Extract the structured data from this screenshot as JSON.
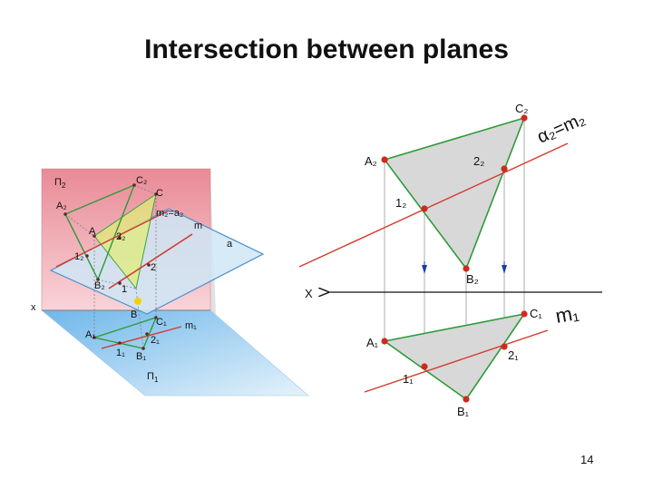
{
  "slide": {
    "title": "Intersection between planes",
    "page_number": "14"
  },
  "left_3d": {
    "plane_v": "Π",
    "plane_v_sub": "2",
    "plane_h": "Π",
    "plane_h_sub": "1",
    "axis_x": "x",
    "m2_eq_a2": "m₂=a₂",
    "m": "m",
    "a": "a",
    "m1": "m₁",
    "A2": "A₂",
    "C2": "C₂",
    "C": "C",
    "A": "A",
    "point_2_2": "2₂",
    "point_1_2": "1₂",
    "point_2": "2",
    "point_1": "1",
    "B2": "B₂",
    "B": "B",
    "A1": "A₁",
    "C1": "C₁",
    "point_2_1": "2₁",
    "point_1_1": "1₁",
    "B1": "B₁"
  },
  "right_epure": {
    "C2": "C₂",
    "alpha2_eq_m2": "α₂=m₂",
    "A2": "A₂",
    "point_2_2": "2₂",
    "point_1_2": "1₂",
    "B2": "B₂",
    "axis_x": "X",
    "C1": "C₁",
    "m1": "m₁",
    "A1": "A₁",
    "point_2_1": "2₁",
    "point_1_1": "1₁",
    "B1": "B₁"
  },
  "colors": {
    "triangle_stroke": "#2e9a3a",
    "triangle_fill": "#d8d8d8",
    "line_red": "#d23a2a",
    "plane_pink": "#f0aab0",
    "plane_blue": "#a8d4f0",
    "point_red": "#d02a20",
    "arrow_blue": "#1e3fa0"
  }
}
